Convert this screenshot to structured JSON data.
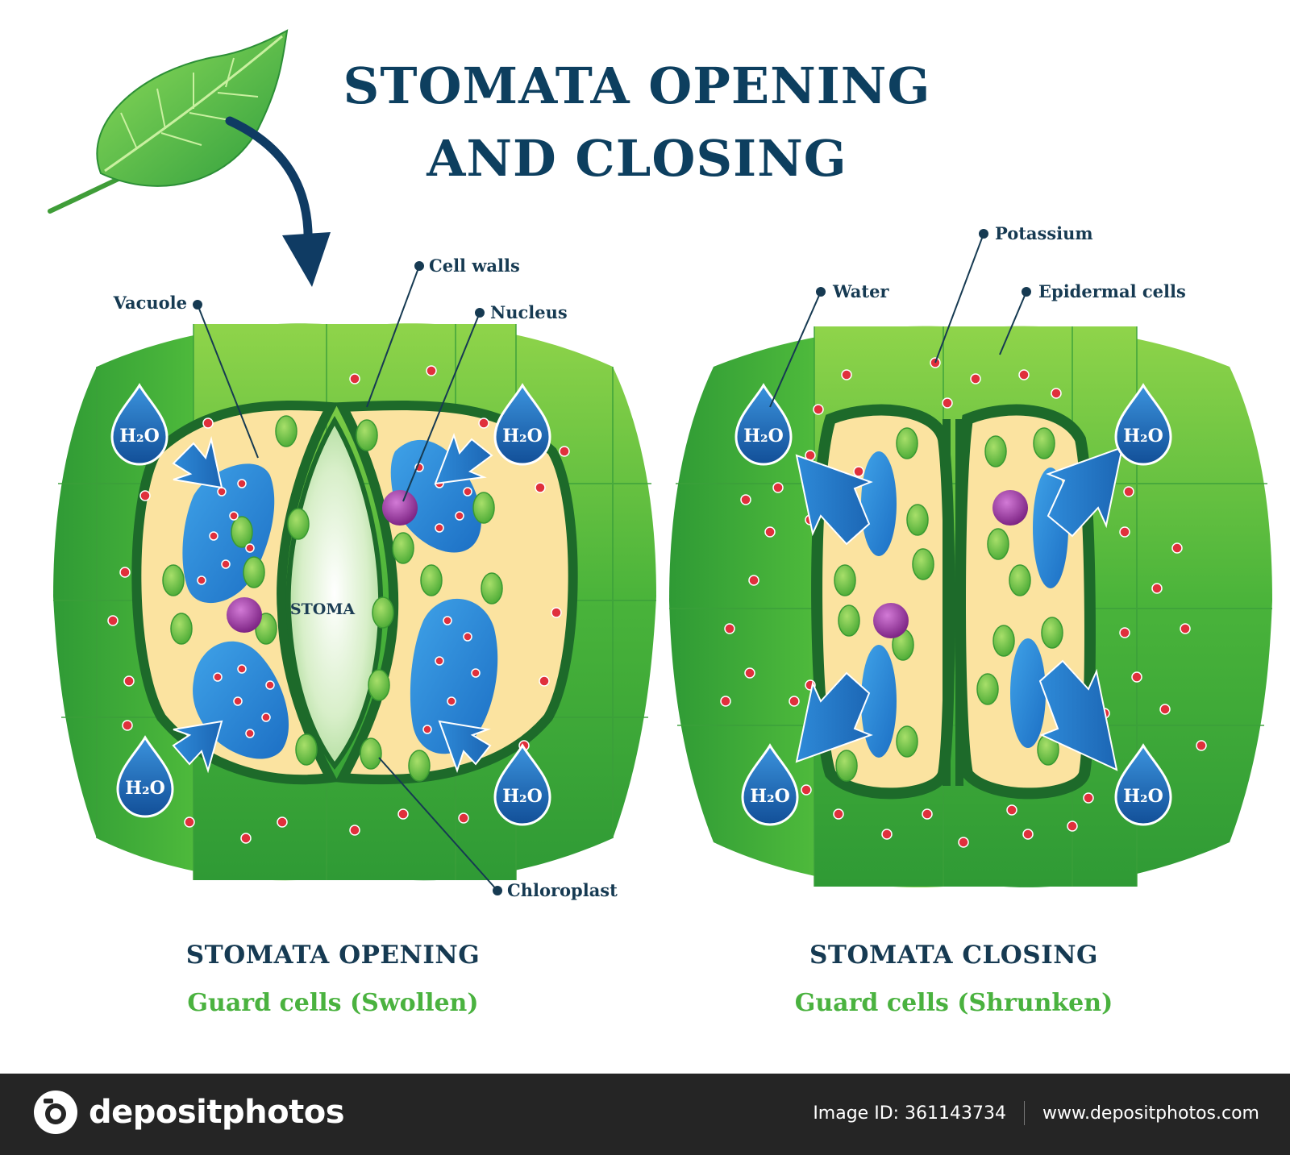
{
  "title": {
    "line1": "STOMATA OPENING",
    "line2": "AND CLOSING"
  },
  "labels": {
    "vacuole": "Vacuole",
    "cell_walls": "Cell walls",
    "nucleus": "Nucleus",
    "stoma": "STOMA",
    "chloroplast": "Chloroplast",
    "water": "Water",
    "potassium": "Potassium",
    "epidermal_cells": "Epidermal cells"
  },
  "water_drop_label": "H₂O",
  "panels": {
    "opening": {
      "caption": "STOMATA OPENING",
      "subcaption": "Guard cells (Swollen)"
    },
    "closing": {
      "caption": "STOMATA CLOSING",
      "subcaption": "Guard cells (Shrunken)"
    }
  },
  "footer": {
    "brand": "depositphotos",
    "image_id": "Image ID: 361143734",
    "website": "www.depositphotos.com"
  },
  "colors": {
    "title": "#0d3f5f",
    "subcaption": "#4ab23f",
    "epidermis": "#5cc23a",
    "guard_cell_fill": "#fbe3a0",
    "cell_wall": "#1d6a2a",
    "vacuole": "#2f8fd8",
    "water_drop": "#1b66b5",
    "potassium": "#e0303c",
    "nucleus": "#9b3aa0",
    "arrow": "#0f3b63"
  },
  "icons": [
    "leaf-icon",
    "arrow-icon",
    "water-drop-icon",
    "camera-icon"
  ]
}
